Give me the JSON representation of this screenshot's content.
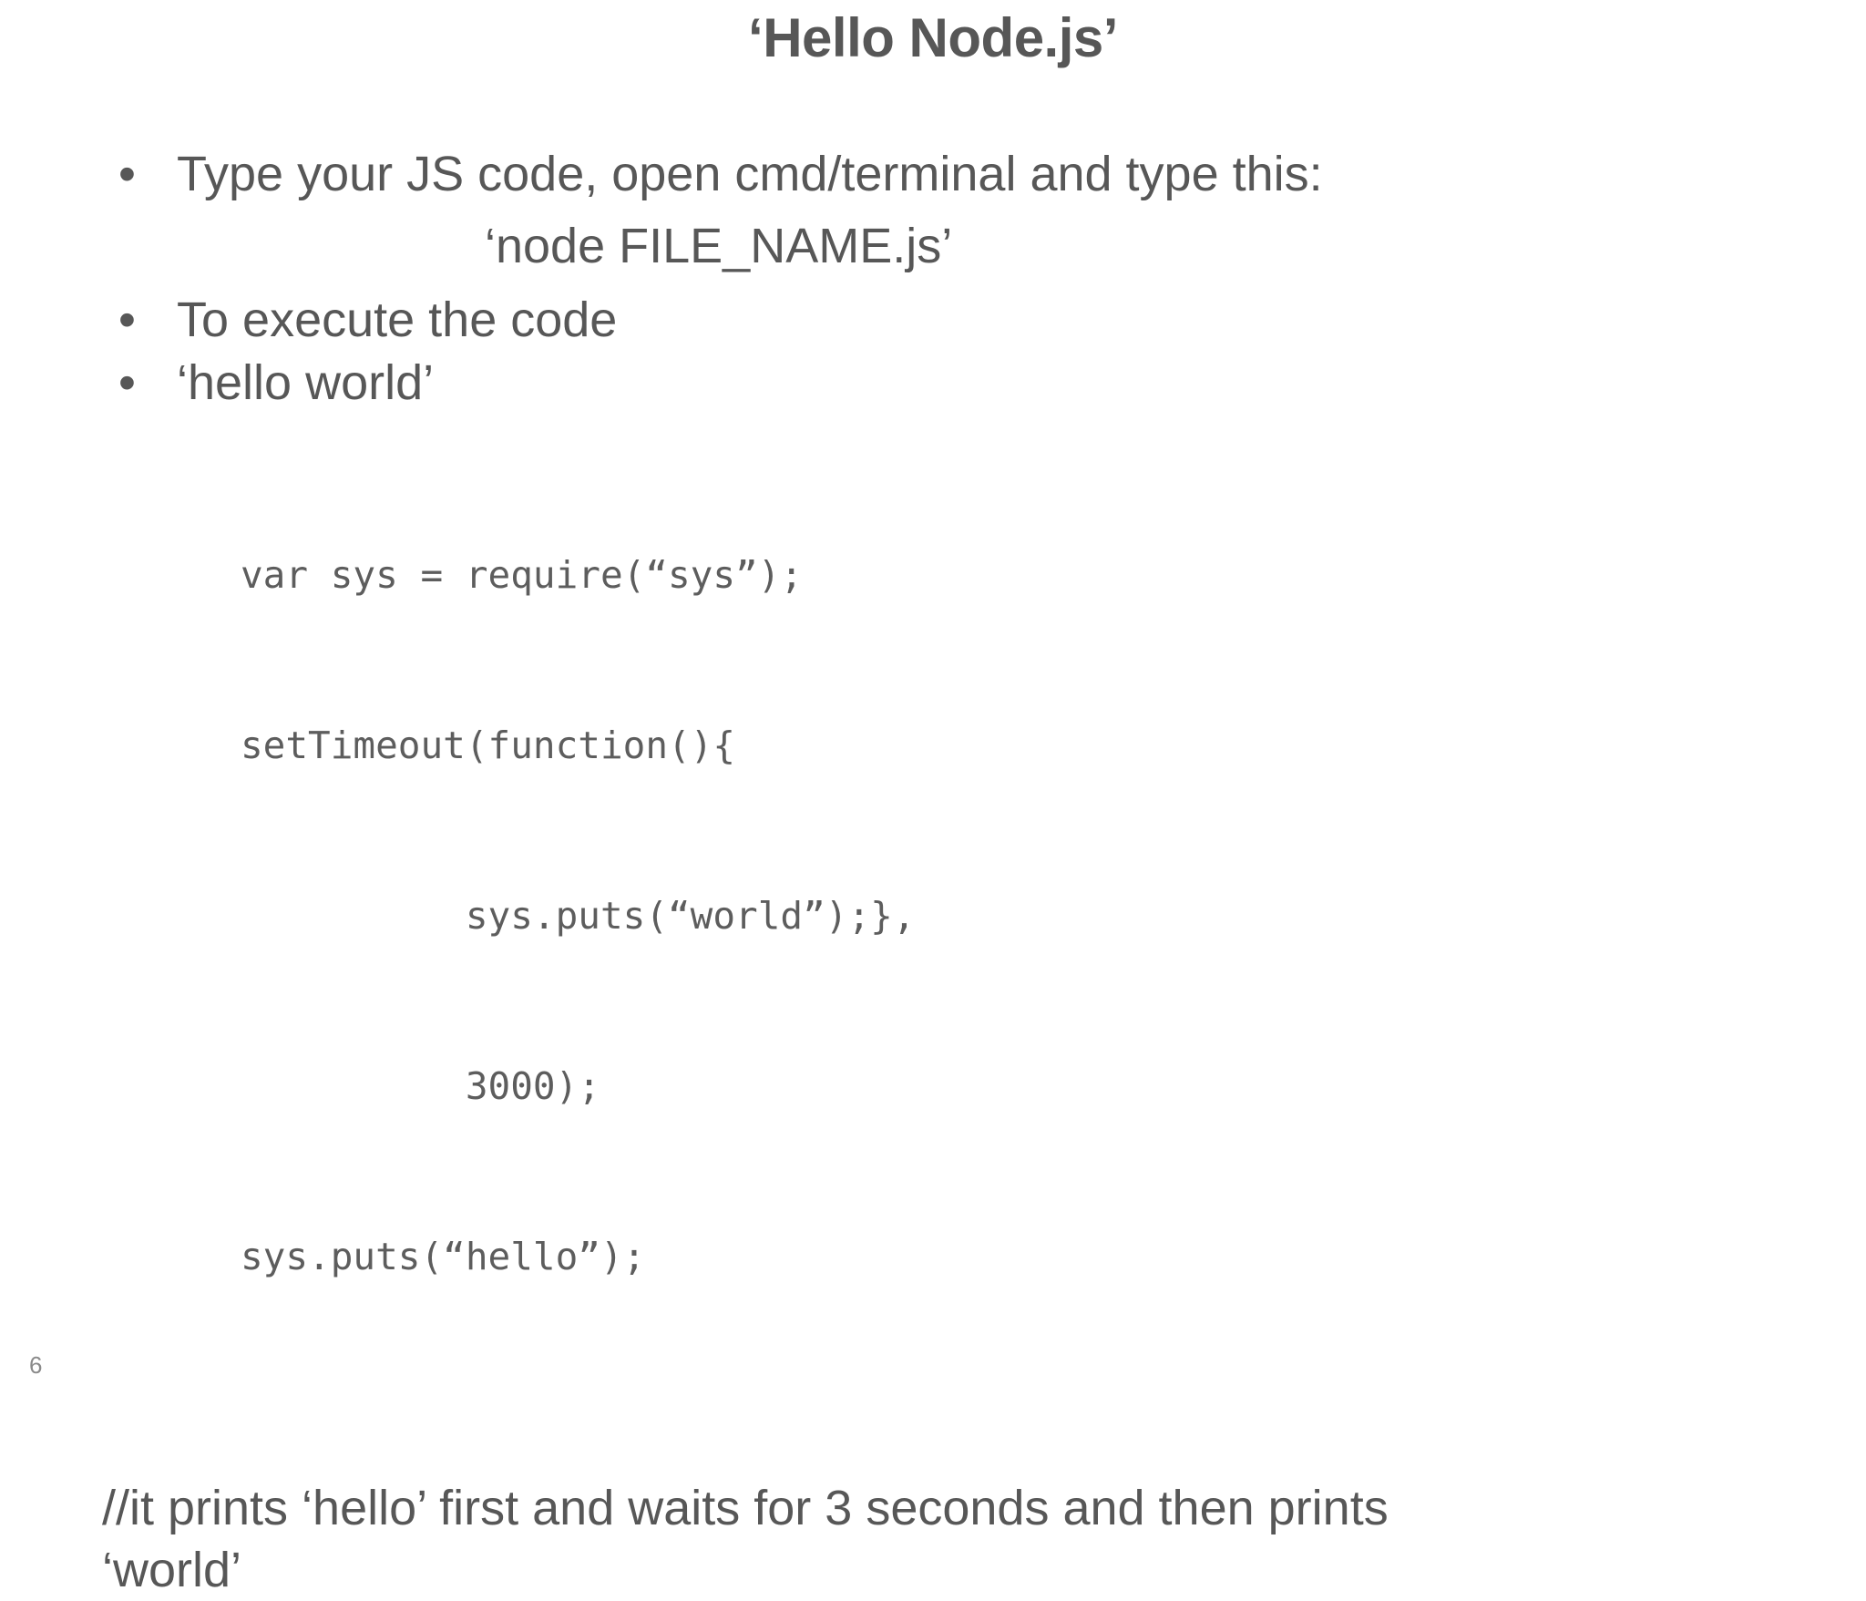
{
  "slide": {
    "title": "‘Hello Node.js’",
    "page_number": "6",
    "text_color": "#575757",
    "background_color": "#ffffff",
    "bullets": [
      {
        "marker": "•",
        "text": "Type your JS code, open cmd/terminal and type this:"
      },
      {
        "marker": "•",
        "text": "To execute the code"
      },
      {
        "marker": "•",
        "text": "‘hello world’"
      }
    ],
    "command_line": "‘node FILE_NAME.js’",
    "code_lines": [
      "var sys = require(“sys”);",
      "setTimeout(function(){",
      "          sys.puts(“world”);},",
      "          3000);",
      "sys.puts(“hello”);"
    ],
    "comment": "//it prints ‘hello’ first and waits for 3 seconds and then prints ‘world’"
  }
}
